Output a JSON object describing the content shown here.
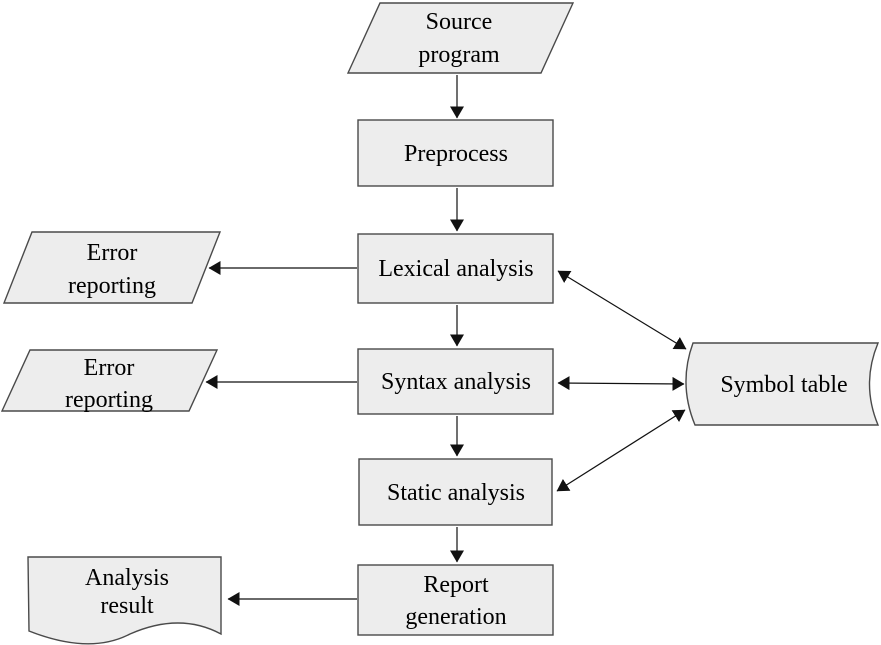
{
  "colors": {
    "background": "#ffffff",
    "node_fill": "#ededed",
    "node_border": "#4a4a4a",
    "arrow": "#111111",
    "text": "#000000"
  },
  "nodes": {
    "source_program": {
      "label": "Source program",
      "lines": [
        "Source",
        "program"
      ],
      "shape": "parallelogram"
    },
    "preprocess": {
      "label": "Preprocess",
      "lines": [
        "Preprocess"
      ],
      "shape": "rectangle"
    },
    "lexical_analysis": {
      "label": "Lexical analysis",
      "lines": [
        "Lexical analysis"
      ],
      "shape": "rectangle"
    },
    "error_reporting_lexical": {
      "label": "Error reporting",
      "lines": [
        "Error",
        "reporting"
      ],
      "shape": "parallelogram"
    },
    "syntax_analysis": {
      "label": "Syntax analysis",
      "lines": [
        "Syntax analysis"
      ],
      "shape": "rectangle"
    },
    "error_reporting_syntax": {
      "label": "Error reporting",
      "lines": [
        "Error",
        "reporting"
      ],
      "shape": "parallelogram"
    },
    "static_analysis": {
      "label": "Static analysis",
      "lines": [
        "Static analysis"
      ],
      "shape": "rectangle"
    },
    "report_generation": {
      "label": "Report generation",
      "lines": [
        "Report",
        "generation"
      ],
      "shape": "rectangle"
    },
    "analysis_result": {
      "label": "Analysis result",
      "lines": [
        "Analysis",
        "result"
      ],
      "shape": "document"
    },
    "symbol_table": {
      "label": "Symbol table",
      "lines": [
        "Symbol table"
      ],
      "shape": "stored-data"
    }
  },
  "edges": [
    {
      "from": "source_program",
      "to": "preprocess",
      "direction": "one-way"
    },
    {
      "from": "preprocess",
      "to": "lexical_analysis",
      "direction": "one-way"
    },
    {
      "from": "lexical_analysis",
      "to": "error_reporting_lexical",
      "direction": "one-way"
    },
    {
      "from": "lexical_analysis",
      "to": "syntax_analysis",
      "direction": "one-way"
    },
    {
      "from": "syntax_analysis",
      "to": "error_reporting_syntax",
      "direction": "one-way"
    },
    {
      "from": "syntax_analysis",
      "to": "static_analysis",
      "direction": "one-way"
    },
    {
      "from": "static_analysis",
      "to": "report_generation",
      "direction": "one-way"
    },
    {
      "from": "report_generation",
      "to": "analysis_result",
      "direction": "one-way"
    },
    {
      "from": "lexical_analysis",
      "to": "symbol_table",
      "direction": "two-way"
    },
    {
      "from": "syntax_analysis",
      "to": "symbol_table",
      "direction": "two-way"
    },
    {
      "from": "static_analysis",
      "to": "symbol_table",
      "direction": "two-way"
    }
  ]
}
